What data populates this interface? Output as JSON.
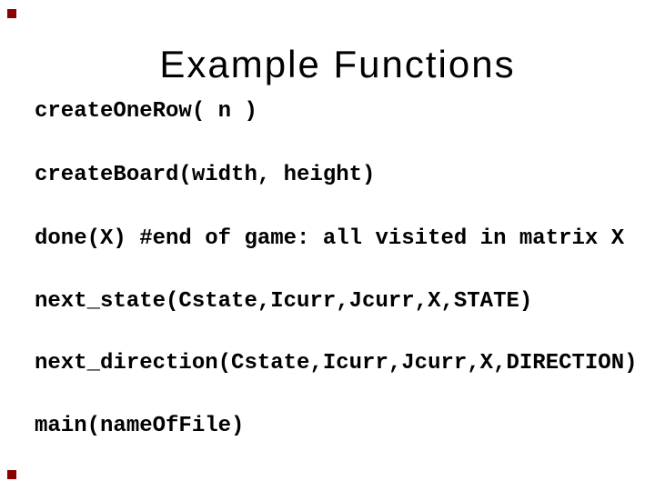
{
  "slide": {
    "title": "Example Functions",
    "code_lines": [
      "createOneRow( n )",
      "createBoard(width, height)",
      "done(X) #end of game: all visited in matrix X",
      "next_state(Cstate,Icurr,Jcurr,X,STATE)",
      "next_direction(Cstate,Icurr,Jcurr,X,DIRECTION)",
      "main(nameOfFile)"
    ],
    "colors": {
      "background": "#FFFFFF",
      "text": "#000000",
      "corner_marker": "#8B0000"
    }
  }
}
